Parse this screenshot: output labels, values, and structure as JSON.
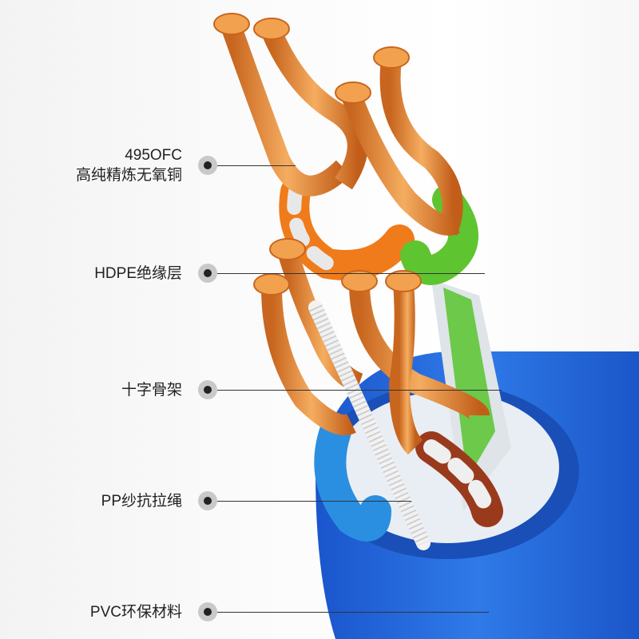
{
  "callouts": [
    {
      "title": "495OFC",
      "subtitle": "高纯精炼无氧铜"
    },
    {
      "title": "HDPE绝缘层"
    },
    {
      "title": "十字骨架"
    },
    {
      "title": "PP纱抗拉绳"
    },
    {
      "title": "PVC环保材料"
    }
  ],
  "colors": {
    "jacket": "#1f5fd6",
    "copper": "#e8913f",
    "orange": "#f07b1a",
    "green": "#5ec42f",
    "blue": "#2a8fe0",
    "brown": "#9a3a1c"
  }
}
